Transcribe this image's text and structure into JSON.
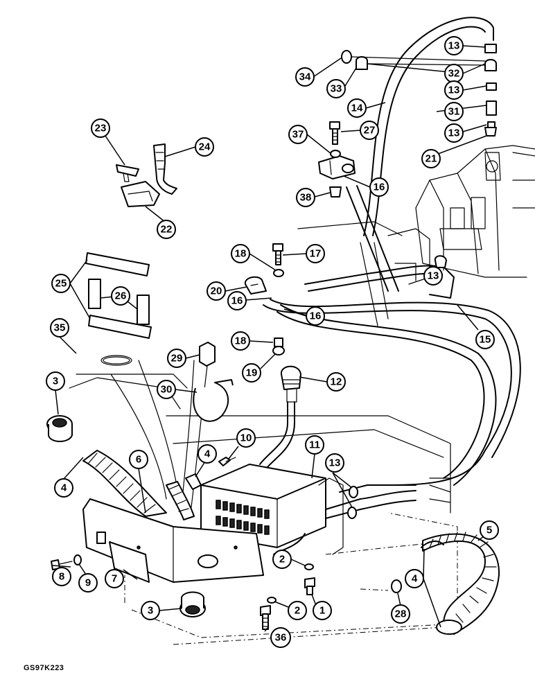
{
  "figure": {
    "reference_code": "GS97K223"
  },
  "callouts": [
    {
      "label": "13"
    },
    {
      "label": "34"
    },
    {
      "label": "32"
    },
    {
      "label": "33"
    },
    {
      "label": "13"
    },
    {
      "label": "14"
    },
    {
      "label": "31"
    },
    {
      "label": "13"
    },
    {
      "label": "37"
    },
    {
      "label": "27"
    },
    {
      "label": "21"
    },
    {
      "label": "23"
    },
    {
      "label": "24"
    },
    {
      "label": "16"
    },
    {
      "label": "38"
    },
    {
      "label": "22"
    },
    {
      "label": "18"
    },
    {
      "label": "17"
    },
    {
      "label": "25"
    },
    {
      "label": "26"
    },
    {
      "label": "20"
    },
    {
      "label": "16"
    },
    {
      "label": "16"
    },
    {
      "label": "13"
    },
    {
      "label": "15"
    },
    {
      "label": "35"
    },
    {
      "label": "18"
    },
    {
      "label": "29"
    },
    {
      "label": "19"
    },
    {
      "label": "3"
    },
    {
      "label": "30"
    },
    {
      "label": "12"
    },
    {
      "label": "10"
    },
    {
      "label": "11"
    },
    {
      "label": "6"
    },
    {
      "label": "4"
    },
    {
      "label": "4"
    },
    {
      "label": "13"
    },
    {
      "label": "5"
    },
    {
      "label": "2"
    },
    {
      "label": "8"
    },
    {
      "label": "9"
    },
    {
      "label": "7"
    },
    {
      "label": "4"
    },
    {
      "label": "2"
    },
    {
      "label": "1"
    },
    {
      "label": "28"
    },
    {
      "label": "3"
    },
    {
      "label": "36"
    }
  ]
}
